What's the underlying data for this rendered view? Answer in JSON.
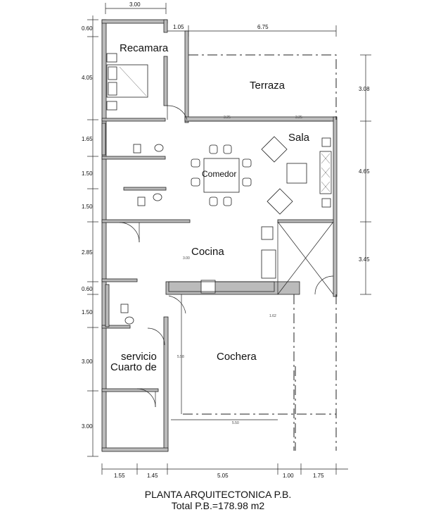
{
  "rooms": {
    "recamara": "Recamara",
    "terraza": "Terraza",
    "sala": "Sala",
    "comedor": "Comedor",
    "cocina": "Cocina",
    "cochera": "Cochera",
    "servicio_line1": "servicio",
    "servicio_line2": "Cuarto de"
  },
  "dimensions": {
    "top": [
      "3.00",
      "1.05",
      "6.75"
    ],
    "left": [
      "0.60",
      "4.05",
      "1.65",
      "1.50",
      "1.50",
      "2.85",
      "0.60",
      "1.50",
      "3.00",
      "3.00"
    ],
    "right": [
      "3.08",
      "4.65",
      "3.45"
    ],
    "bottom": [
      "1.55",
      "1.45",
      "5.05",
      "1.00",
      "1.75"
    ],
    "interior": {
      "terraza_a": "3.25",
      "terraza_b": "3.25",
      "cocina": "3.00",
      "cochera_v": "5.58",
      "cochera_h": "5.50",
      "cochera_small": "1.62"
    }
  },
  "title": "PLANTA ARQUITECTONICA P.B.",
  "total": "Total P.B.=178.98 m2"
}
